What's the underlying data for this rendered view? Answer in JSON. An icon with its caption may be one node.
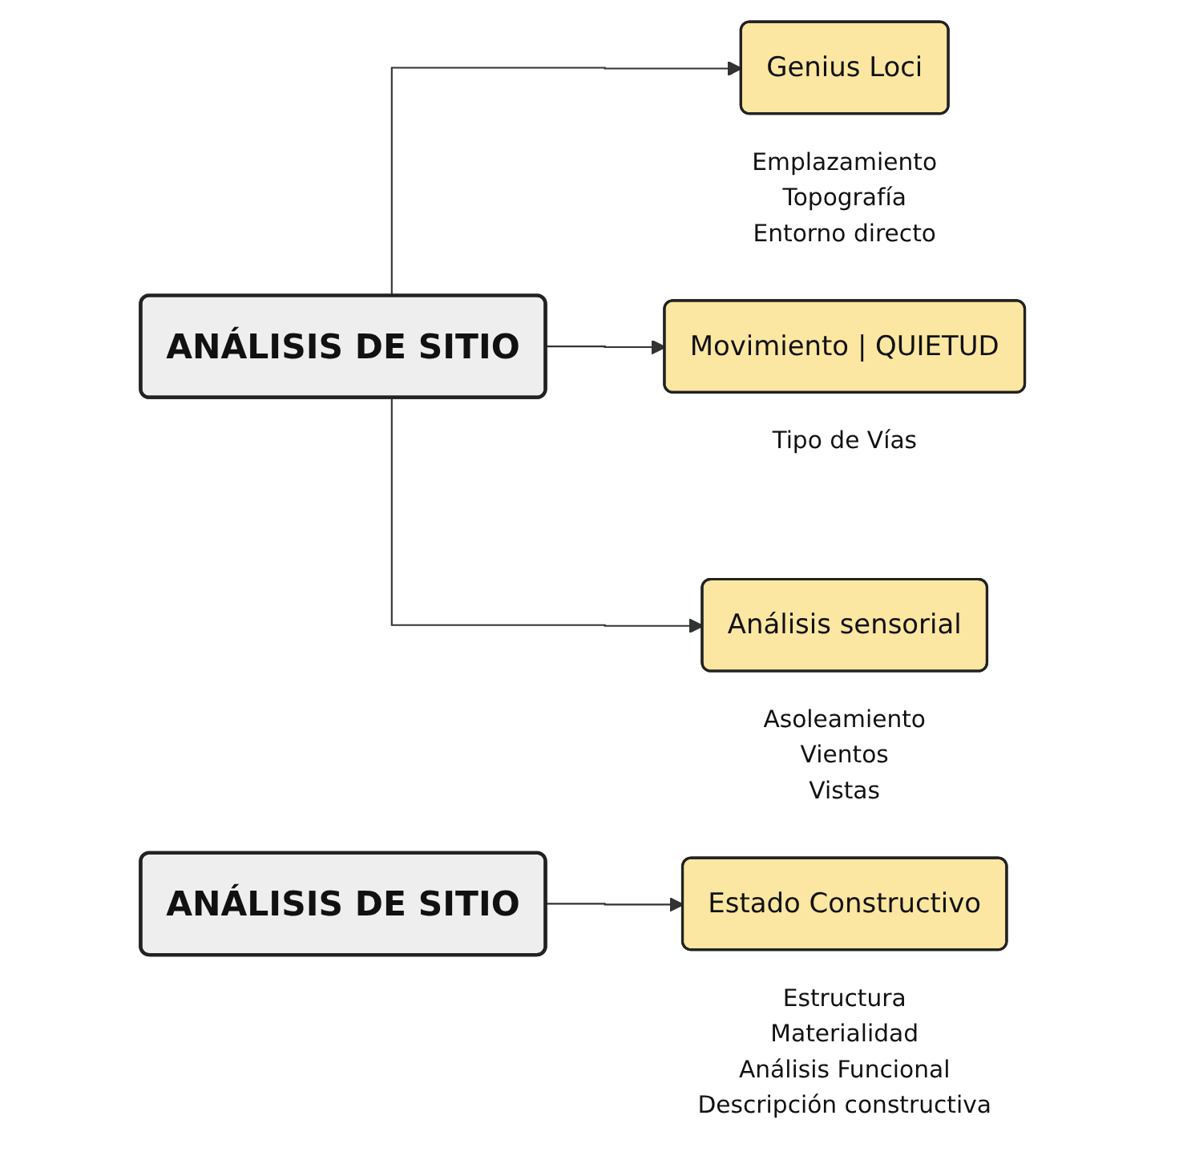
{
  "diagram": {
    "nodes": [
      {
        "text": [
          "ANÁLISIS DE SITIO"
        ]
      },
      {
        "text": [
          "Genius Loci"
        ],
        "beside": [
          "Emplazamiento",
          "Topografía",
          "Entorno directo"
        ]
      },
      {
        "text": [
          "Movimiento | QUIETUD"
        ],
        "beside": [
          "Tipo de Vías"
        ]
      },
      {
        "text": [
          "Análisis sensorial"
        ],
        "beside": [
          "Asoleamiento",
          "Vientos",
          "Vistas"
        ]
      },
      {
        "text": [
          "ANÁLISIS DE SITIO"
        ]
      },
      {
        "text": [
          "Estado Constructivo"
        ],
        "beside": [
          "Estructura",
          "Materialidad",
          "Análisis Funcional",
          "Descripción constructiva"
        ]
      }
    ],
    "edges": [
      {
        "from": 0,
        "to": 1,
        "arrow": "to"
      },
      {
        "from": 0,
        "to": 2,
        "arrow": "to"
      },
      {
        "from": 0,
        "to": 3,
        "arrow": "to"
      },
      {
        "from": 4,
        "to": 5,
        "arrow": "to"
      }
    ]
  }
}
